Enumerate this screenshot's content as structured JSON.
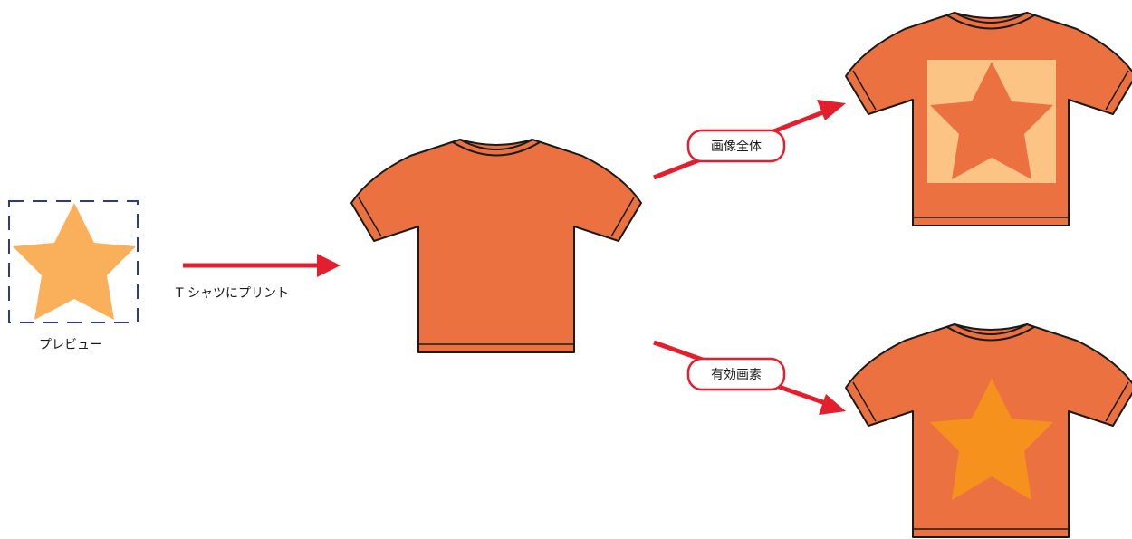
{
  "labels": {
    "preview": "プレビュー",
    "print_on_tshirt": "T シャツにプリント",
    "whole_image": "画像全体",
    "valid_pixels": "有効画素"
  },
  "colors": {
    "tshirt": "#EC7140",
    "tshirt_outline": "#1A1A1A",
    "preview_star": "#FAB05A",
    "preview_frame": "#2E3A8C",
    "whole_image_bg": "#FCC484",
    "whole_image_star": "#EC7140",
    "valid_pixels_star": "#F6911E",
    "arrow": "#E41F2D",
    "pill_border": "#E41F2D"
  }
}
